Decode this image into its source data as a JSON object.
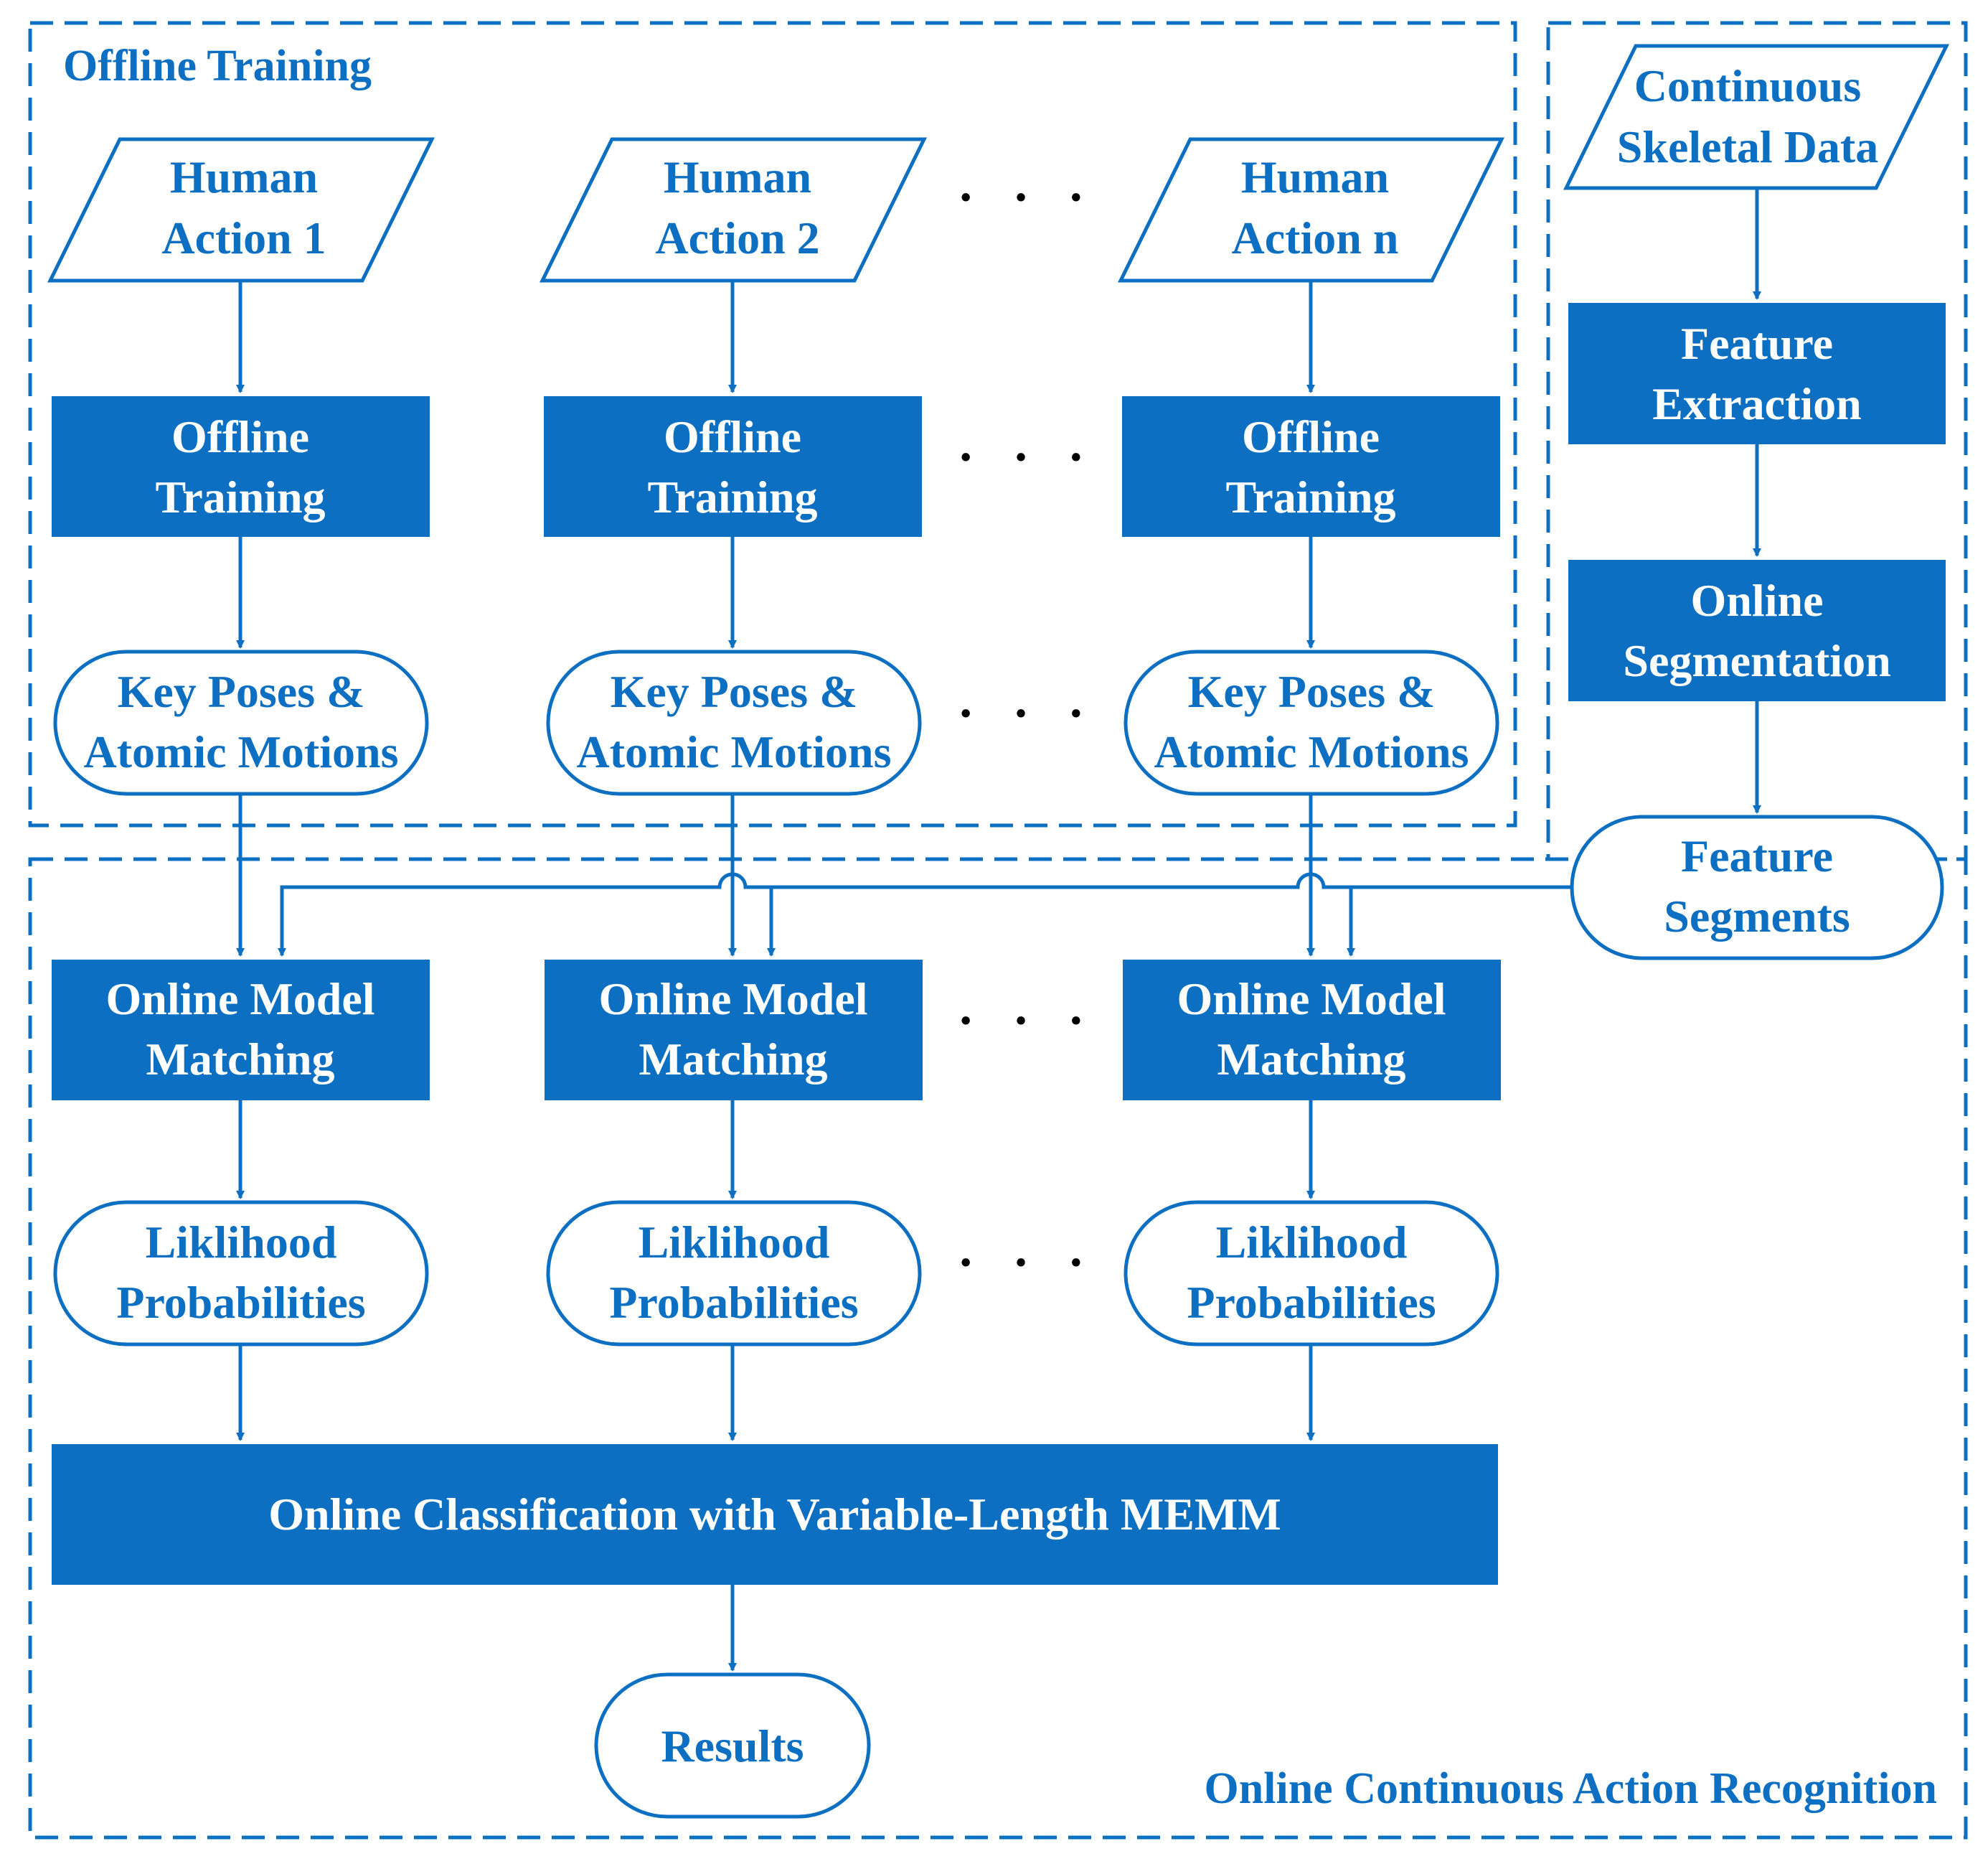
{
  "regions": {
    "offline": "Offline Training",
    "online": "Online Continuous Action Recognition"
  },
  "inputs": [
    {
      "line1": "Human",
      "line2": "Action 1"
    },
    {
      "line1": "Human",
      "line2": "Action 2"
    },
    {
      "line1": "Human",
      "line2": "Action n"
    }
  ],
  "training": [
    {
      "line1": "Offline",
      "line2": "Training"
    },
    {
      "line1": "Offline",
      "line2": "Training"
    },
    {
      "line1": "Offline",
      "line2": "Training"
    }
  ],
  "keyposes": [
    {
      "line1": "Key Poses &",
      "line2": "Atomic Motions"
    },
    {
      "line1": "Key Poses &",
      "line2": "Atomic Motions"
    },
    {
      "line1": "Key Poses &",
      "line2": "Atomic Motions"
    }
  ],
  "matching": [
    {
      "line1": "Online Model",
      "line2": "Matching"
    },
    {
      "line1": "Online Model",
      "line2": "Matching"
    },
    {
      "line1": "Online Model",
      "line2": "Matching"
    }
  ],
  "likelihood": [
    {
      "line1": "Liklihood",
      "line2": "Probabilities"
    },
    {
      "line1": "Liklihood",
      "line2": "Probabilities"
    },
    {
      "line1": "Liklihood",
      "line2": "Probabilities"
    }
  ],
  "pipeline": {
    "source": {
      "line1": "Continuous",
      "line2": "Skeletal Data"
    },
    "feature_extraction": {
      "line1": "Feature",
      "line2": "Extraction"
    },
    "online_segmentation": {
      "line1": "Online",
      "line2": "Segmentation"
    },
    "feature_segments": {
      "line1": "Feature",
      "line2": "Segments"
    }
  },
  "classification": "Online Classification with Variable-Length MEMM",
  "results": "Results",
  "ellipsis": "· · ·",
  "colors": {
    "accent": "#0d6fc2",
    "box_fill": "#0d6fc2",
    "label_on_fill": "#ffffff",
    "background": "#ffffff"
  }
}
